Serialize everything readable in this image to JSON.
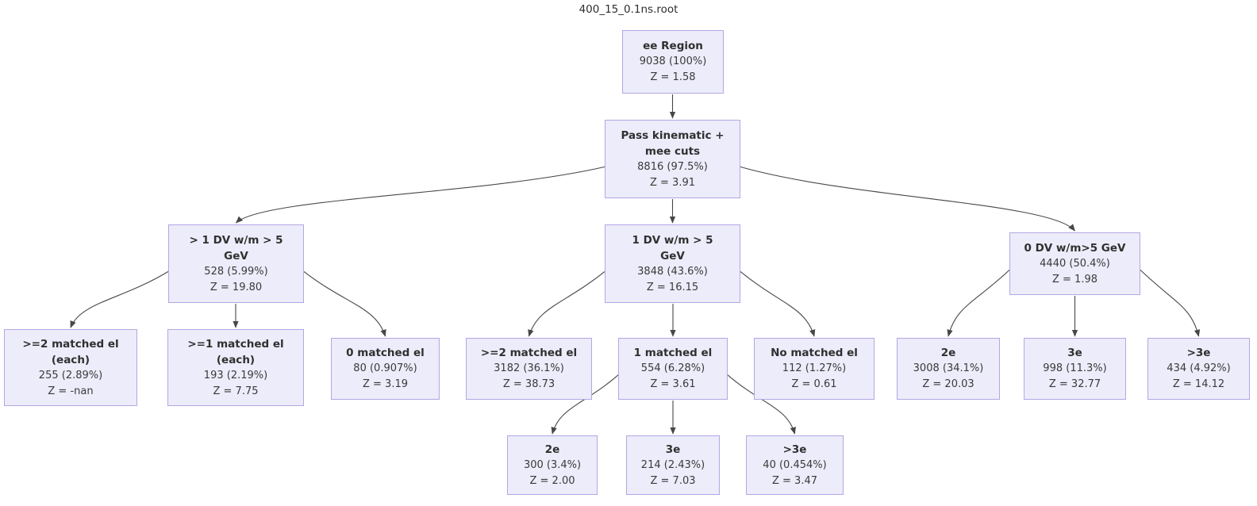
{
  "title": "400_15_0.1ns.root",
  "colors": {
    "node_fill": "#ECECFA",
    "node_border": "#B4A6E4",
    "edge": "#474747",
    "label_text": "#303030",
    "value_text": "#3a3a3a",
    "title_text": "#2e2e2e"
  },
  "tree": {
    "nodes": [
      {
        "id": "ee-region",
        "label": "ee Region",
        "count": "9038 (100%)",
        "z": "Z = 1.58"
      },
      {
        "id": "pass-kinematic",
        "label": "Pass kinematic +\nmee cuts",
        "count": "8816 (97.5%)",
        "z": "Z = 3.91"
      },
      {
        "id": "gt1-dv",
        "label": "> 1 DV w/m > 5\nGeV",
        "count": "528 (5.99%)",
        "z": "Z = 19.80"
      },
      {
        "id": "one-dv",
        "label": "1 DV w/m > 5\nGeV",
        "count": "3848 (43.6%)",
        "z": "Z = 16.15"
      },
      {
        "id": "zero-dv",
        "label": "0 DV w/m>5 GeV",
        "count": "4440 (50.4%)",
        "z": "Z = 1.98"
      },
      {
        "id": "ge2-matched-each",
        "label": ">=2 matched el\n(each)",
        "count": "255 (2.89%)",
        "z": "Z = -nan"
      },
      {
        "id": "ge1-matched-each",
        "label": ">=1 matched el\n(each)",
        "count": "193 (2.19%)",
        "z": "Z = 7.75"
      },
      {
        "id": "zero-matched",
        "label": "0 matched el",
        "count": "80 (0.907%)",
        "z": "Z = 3.19"
      },
      {
        "id": "ge2-matched",
        "label": ">=2 matched el",
        "count": "3182 (36.1%)",
        "z": "Z = 38.73"
      },
      {
        "id": "one-matched",
        "label": "1 matched el",
        "count": "554 (6.28%)",
        "z": "Z = 3.61"
      },
      {
        "id": "no-matched",
        "label": "No matched el",
        "count": "112 (1.27%)",
        "z": "Z = 0.61"
      },
      {
        "id": "dv0-2e",
        "label": "2e",
        "count": "3008 (34.1%)",
        "z": "Z = 20.03"
      },
      {
        "id": "dv0-3e",
        "label": "3e",
        "count": "998 (11.3%)",
        "z": "Z = 32.77"
      },
      {
        "id": "dv0-gt3e",
        "label": ">3e",
        "count": "434 (4.92%)",
        "z": "Z = 14.12"
      },
      {
        "id": "m1-2e",
        "label": "2e",
        "count": "300 (3.4%)",
        "z": "Z = 2.00"
      },
      {
        "id": "m1-3e",
        "label": "3e",
        "count": "214 (2.43%)",
        "z": "Z = 7.03"
      },
      {
        "id": "m1-gt3e",
        "label": ">3e",
        "count": "40 (0.454%)",
        "z": "Z = 3.47"
      }
    ],
    "edges": [
      {
        "from": "ee-region",
        "to": "pass-kinematic"
      },
      {
        "from": "pass-kinematic",
        "to": "gt1-dv"
      },
      {
        "from": "pass-kinematic",
        "to": "one-dv"
      },
      {
        "from": "pass-kinematic",
        "to": "zero-dv"
      },
      {
        "from": "gt1-dv",
        "to": "ge2-matched-each"
      },
      {
        "from": "gt1-dv",
        "to": "ge1-matched-each"
      },
      {
        "from": "gt1-dv",
        "to": "zero-matched"
      },
      {
        "from": "one-dv",
        "to": "ge2-matched"
      },
      {
        "from": "one-dv",
        "to": "one-matched"
      },
      {
        "from": "one-dv",
        "to": "no-matched"
      },
      {
        "from": "zero-dv",
        "to": "dv0-2e"
      },
      {
        "from": "zero-dv",
        "to": "dv0-3e"
      },
      {
        "from": "zero-dv",
        "to": "dv0-gt3e"
      },
      {
        "from": "one-matched",
        "to": "m1-2e"
      },
      {
        "from": "one-matched",
        "to": "m1-3e"
      },
      {
        "from": "one-matched",
        "to": "m1-gt3e"
      }
    ]
  }
}
